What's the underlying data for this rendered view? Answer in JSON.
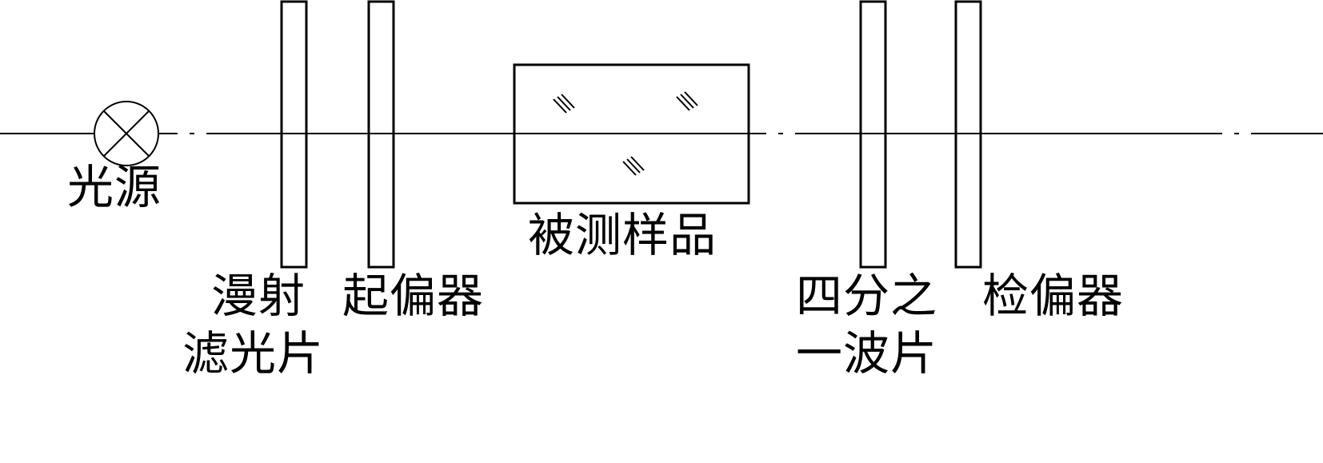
{
  "labels": {
    "light_source": "光源",
    "diffuse_filter_line1": "漫射",
    "diffuse_filter_line2": "滤光片",
    "polarizer": "起偏器",
    "sample": "被测样品",
    "quarter_wave_plate_line1": "四分之",
    "quarter_wave_plate_line2": "一波片",
    "analyzer": "检偏器"
  },
  "colors": {
    "stroke": "#000000",
    "background": "#ffffff"
  }
}
